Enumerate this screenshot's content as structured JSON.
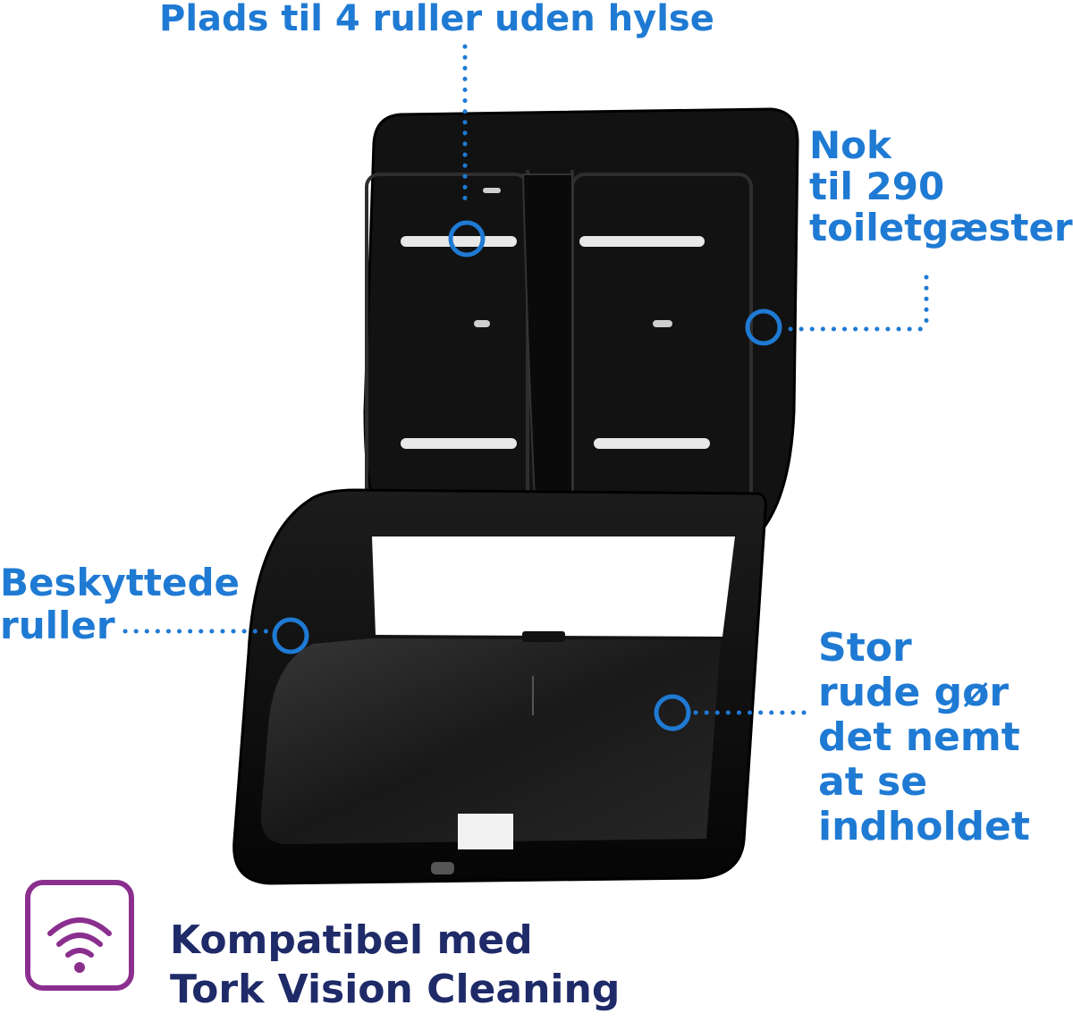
{
  "callouts": {
    "capacity_rolls": "Plads til 4 ruller uden hylse",
    "guests": [
      "Nok",
      "til 290",
      "toiletgæster"
    ],
    "protected": [
      "Beskyttede",
      "ruller"
    ],
    "window": [
      "Stor",
      "rude gør",
      "det nemt",
      "at se",
      "indholdet"
    ]
  },
  "badge": {
    "icon": "wifi-icon",
    "text": [
      "Kompatibel med",
      "Tork Vision Cleaning"
    ]
  },
  "colors": {
    "callout_blue": "#1f7ad3",
    "badge_purple": "#8b2f8f",
    "badge_text_navy": "#1f2a68",
    "dispenser_black": "#141414"
  }
}
